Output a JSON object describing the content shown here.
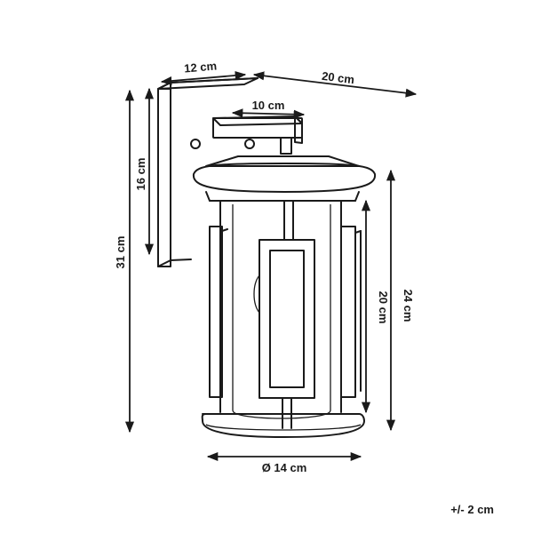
{
  "dimensions": {
    "backplate_width": "12 cm",
    "total_depth": "20 cm",
    "arm_length": "10 cm",
    "backplate_height": "16 cm",
    "total_height": "31 cm",
    "glass_height": "20 cm",
    "body_height": "24 cm",
    "diameter": "Ø 14 cm"
  },
  "tolerance": "+/- 2 cm",
  "colors": {
    "line": "#1a1a1a",
    "background": "#ffffff"
  }
}
